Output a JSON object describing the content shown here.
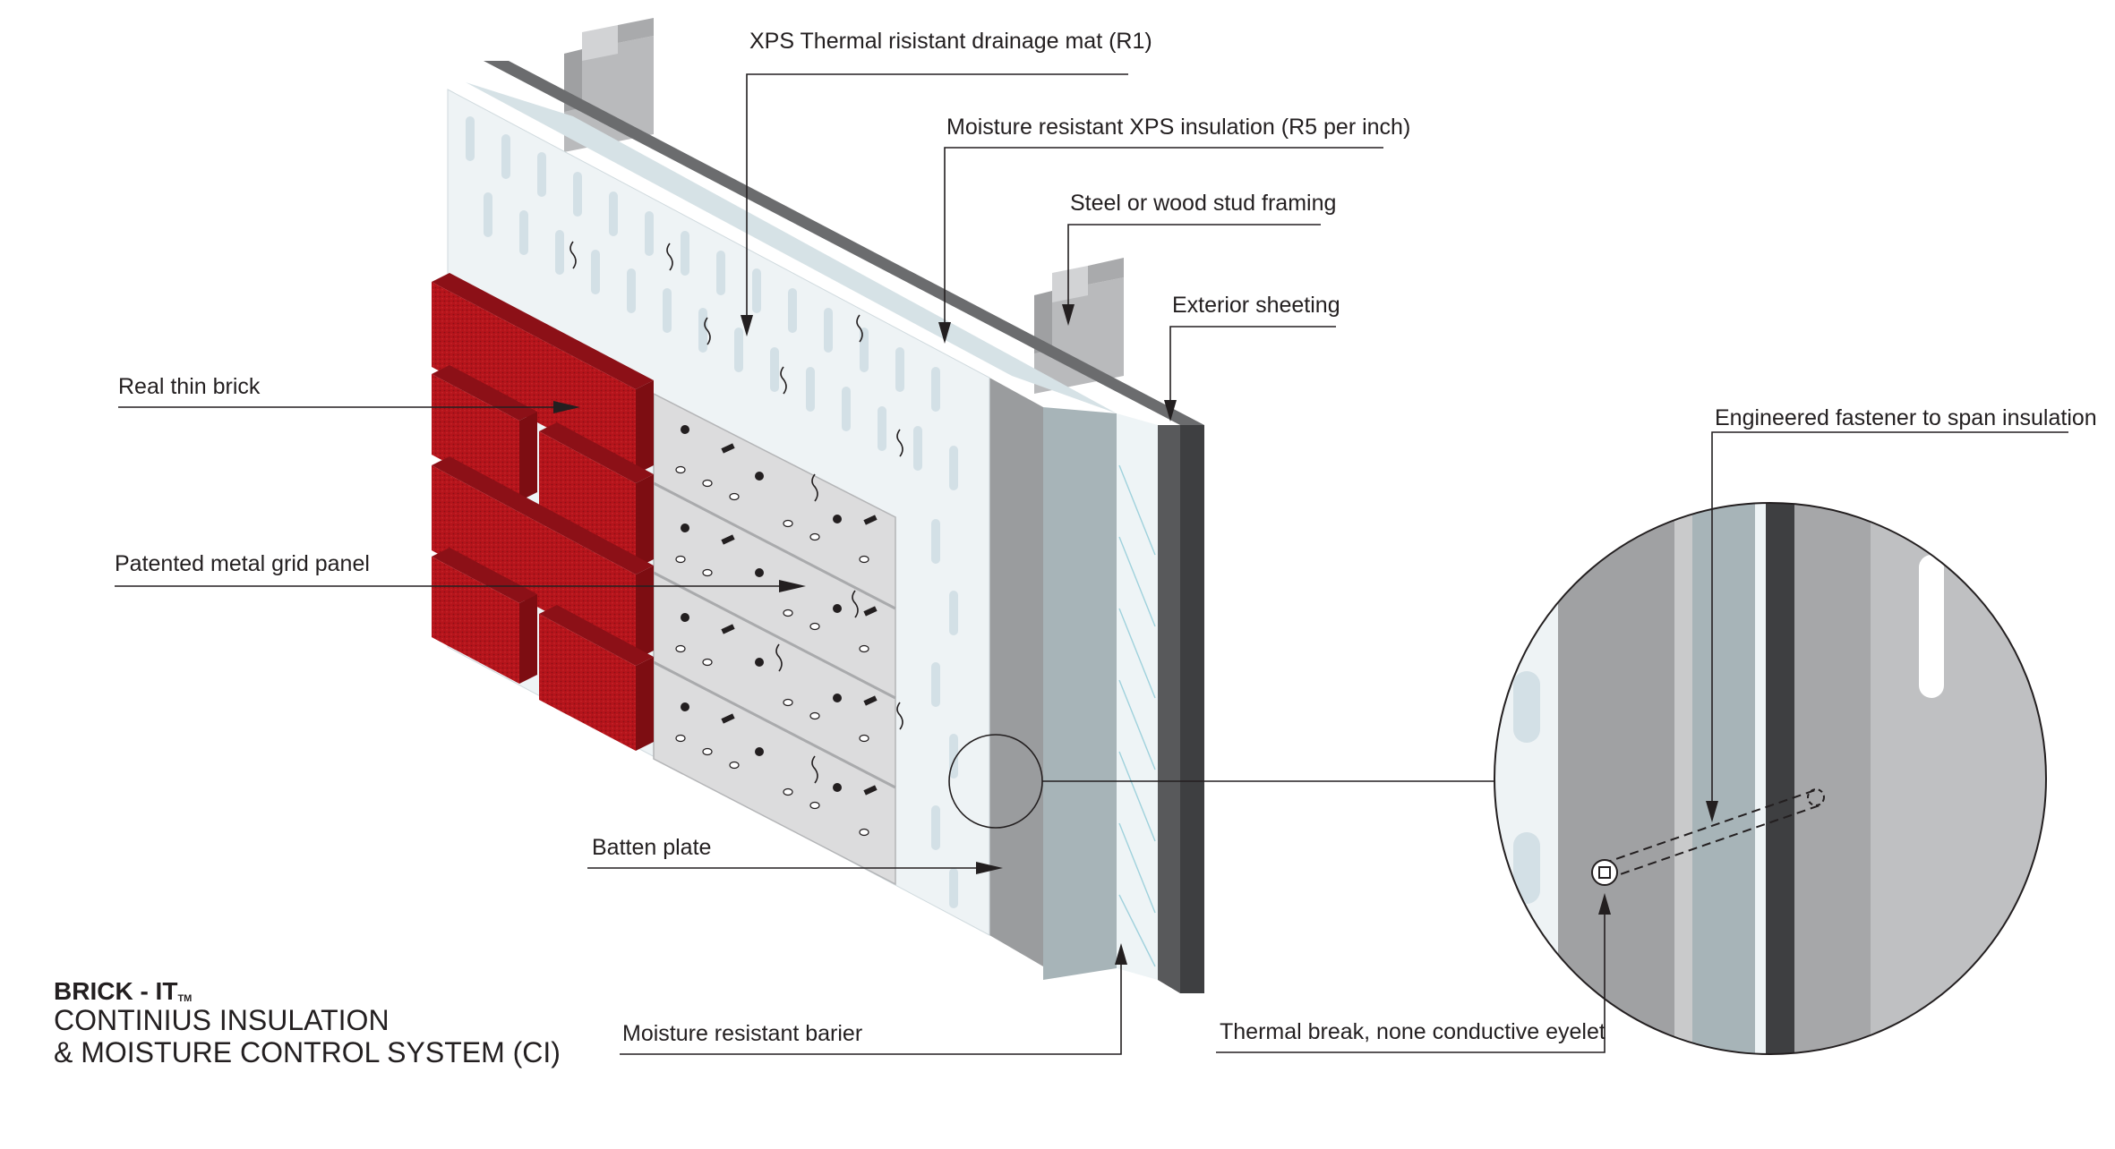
{
  "labels": {
    "drainage_mat": "XPS Thermal risistant drainage mat (R1)",
    "xps_insulation": "Moisture resistant XPS insulation (R5 per inch)",
    "stud_framing": "Steel or wood stud framing",
    "exterior_sheeting": "Exterior sheeting",
    "fastener": "Engineered fastener to span insulation",
    "thin_brick": "Real thin brick",
    "grid_panel": "Patented metal grid panel",
    "batten_plate": "Batten plate",
    "moisture_barrier": "Moisture resistant barier",
    "thermal_break": "Thermal break, none conductive eyelet"
  },
  "title": {
    "brand": "BRICK - IT",
    "trademark": "TM",
    "line1": "CONTINIUS INSULATION",
    "line2": "& MOISTURE CONTROL SYSTEM (CI)"
  },
  "colors": {
    "brick": "#b5141b",
    "brick_dark": "#7d0d12",
    "insulation": "#a6b2b5",
    "sheeting": "#4a4b4d",
    "steel": "#c8c9cb",
    "drainage_mat": "#eef3f5"
  }
}
